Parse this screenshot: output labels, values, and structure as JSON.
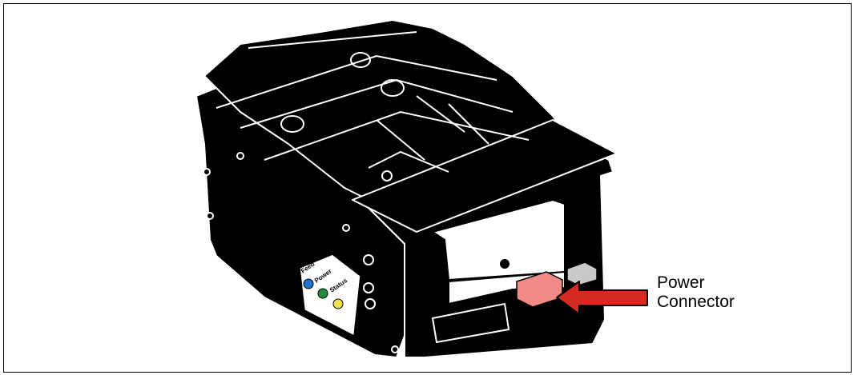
{
  "figure": {
    "callout": {
      "line1": "Power",
      "line2": "Connector"
    },
    "led_panel": {
      "feed_label": "Feed",
      "power_label": "Power",
      "status_label": "Status"
    },
    "colors": {
      "body": "#000000",
      "outline": "#ffffff",
      "connector_highlight": "#f08a86",
      "connector_neighbor": "#c9c9c9",
      "arrow_fill": "#d42a1f",
      "feed_led": "#1c73c9",
      "power_led": "#1f8e3c",
      "status_led": "#f0e04a"
    }
  }
}
